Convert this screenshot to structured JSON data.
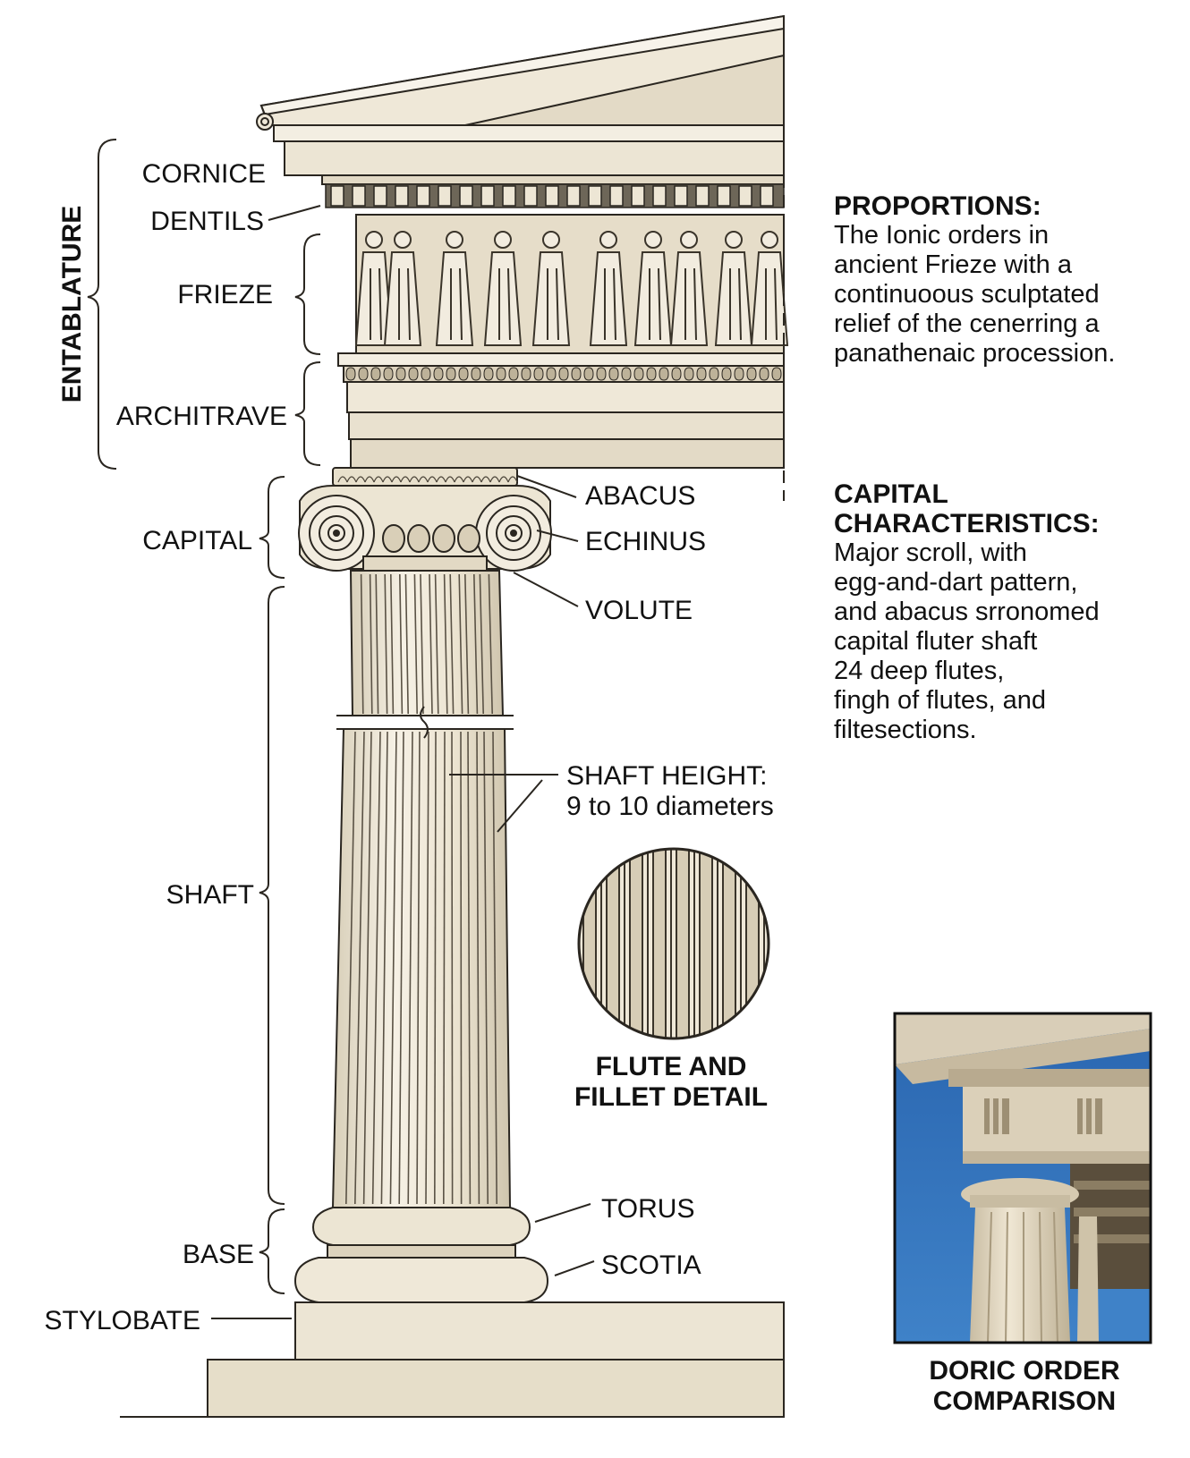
{
  "labels": {
    "entablature": "ENTABLATURE",
    "cornice": "CORNICE",
    "dentils": "DENTILS",
    "frieze": "FRIEZE",
    "architrave": "ARCHITRAVE",
    "capital": "CAPITAL",
    "abacus": "ABACUS",
    "echinus": "ECHINUS",
    "volute": "VOLUTE",
    "shaft_height_line1": "SHAFT HEIGHT:",
    "shaft_height_line2": "9 to 10 diameters",
    "shaft": "SHAFT",
    "flute_detail_line1": "FLUTE AND",
    "flute_detail_line2": "FILLET DETAIL",
    "torus": "TORUS",
    "base": "BASE",
    "scotia": "SCOTIA",
    "stylobate": "STYLOBATE"
  },
  "proportions": {
    "heading": "PROPORTIONS:",
    "lines": [
      "The Ionic orders in",
      "ancient Frieze with a",
      "continuoous sculptated",
      "relief of the cenerring a",
      "panathenaic procession."
    ]
  },
  "capital_characteristics": {
    "heading_line1": "CAPITAL",
    "heading_line2": "CHARACTERISTICS:",
    "lines": [
      "Major scroll, with",
      "egg-and-dart pattern,",
      "and abacus srronomed",
      "capital fluter shaft",
      "24 deep flutes,",
      "fingh of flutes, and",
      "filtesections."
    ]
  },
  "photo_caption": {
    "line1": "DORIC ORDER",
    "line2": "COMPARISON"
  },
  "colors": {
    "stone": "#ece5d4",
    "stone_light": "#f5f0e4",
    "stone_shadow": "#d6ccb6",
    "outline": "#2a2620",
    "sky": "#2f6fb8"
  }
}
